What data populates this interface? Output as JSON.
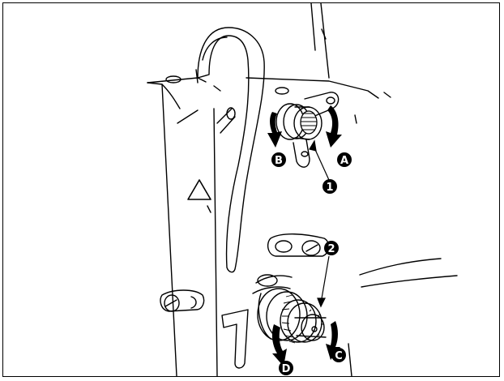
{
  "figure": {
    "callouts": {
      "one": "1",
      "two": "2",
      "a": "A",
      "b": "B",
      "c": "C",
      "d": "D"
    },
    "colors": {
      "ink": "#000000",
      "paper": "#ffffff",
      "arrow_fill": "#000000"
    },
    "icons": [
      "warning-triangle-icon",
      "rotate-arrow-icon"
    ]
  }
}
